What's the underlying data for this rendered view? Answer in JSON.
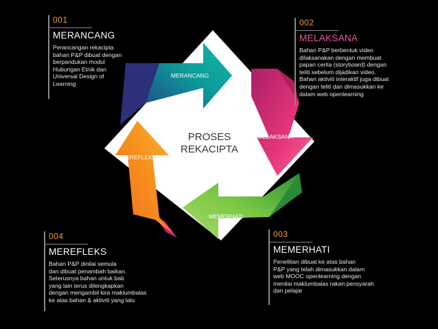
{
  "center": {
    "line1": "PROSES",
    "line2": "REKACIPTA"
  },
  "arrows": {
    "top": "MERANCANG",
    "right": "MELAKSANA",
    "bottom": "MEMERHATI",
    "left": "MEREFLEKS"
  },
  "colors": {
    "top": "#0e9e9a",
    "right": "#e8357a",
    "bottom": "#7ac943",
    "left": "#f7941d",
    "number": "#f0a030",
    "title_002": "#e65aa0"
  },
  "panels": {
    "p001": {
      "number": "001",
      "title": "MERANCANG",
      "lines": [
        "Perancangan rekacipta",
        "bahan P&P dibuat dengan",
        "berpandukan modul",
        "Hubungan Etnik dan",
        "Universal Design of",
        "Learning"
      ]
    },
    "p002": {
      "number": "002",
      "title": "MELAKSANA",
      "lines": [
        "Bahan P&P berbentuk video",
        "dilaksanakan dengan membuat",
        "papan cerita (storyboard) dengan",
        "teliti sebelum dijadikan video.",
        "Bahan aktiviti interaktif juga dibuat",
        "dengan teliti dan dimasukkan ke",
        "dalam web openlearning"
      ]
    },
    "p003": {
      "number": "003",
      "title": "MEMERHATI",
      "lines": [
        "Penelitian dibuat ke atas bahan",
        "P&P yang telah dimasukkan dalam",
        "web MOOC openlearning dengan",
        "menilai maklumbalas rakan pensyarah",
        "dan pelajar"
      ]
    },
    "p004": {
      "number": "004",
      "title": "MEREFLEKS",
      "lines": [
        "Bahan P&P dinilai semula",
        "dan dibuat penambah baikan.",
        "Seterusnya bahan untuk bab",
        "yang lain terus dilengkapkan",
        "dengan mengambil kira maklumbalas",
        "ke atas bahan & aktiviti yang lalu"
      ]
    }
  }
}
